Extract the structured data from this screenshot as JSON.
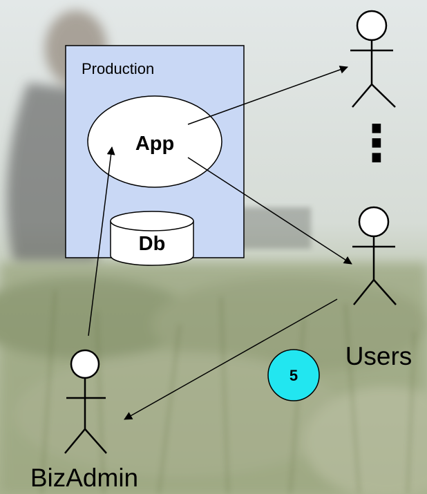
{
  "production": {
    "label": "Production",
    "fill": "#c9d8f5"
  },
  "app": {
    "label": "App"
  },
  "db": {
    "label": "Db"
  },
  "users": {
    "label": "Users",
    "ellipsis": "⋮"
  },
  "bizadmin": {
    "label": "BizAdmin"
  },
  "step": {
    "label": "5",
    "color": "#22e6f0"
  }
}
